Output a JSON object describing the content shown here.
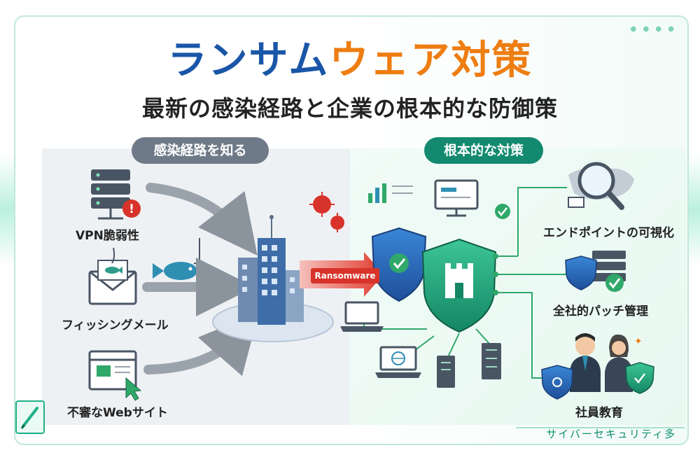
{
  "title": {
    "part1": "ランサム",
    "part2": "ウェア対策"
  },
  "subtitle": "最新の感染経路と企業の根本的な防御策",
  "left_section": {
    "heading": "感染経路を知る",
    "items": [
      {
        "label": "VPN脆弱性",
        "icon": "server-warning-icon"
      },
      {
        "label": "フィッシングメール",
        "icon": "email-phishing-icon"
      },
      {
        "label": "不審なWebサイト",
        "icon": "browser-cursor-icon"
      }
    ]
  },
  "attack_label": "Ransomware",
  "right_section": {
    "heading": "根本的な対策",
    "items": [
      {
        "label": "エンドポイントの可視化",
        "icon": "magnifier-map-icon"
      },
      {
        "label": "全社的パッチ管理",
        "icon": "server-shield-check-icon"
      },
      {
        "label": "社員教育",
        "icon": "employees-icon"
      }
    ]
  },
  "footer": "サイバーセキュリティ多",
  "colors": {
    "title_blue": "#1a56a8",
    "title_orange": "#ee7d12",
    "accent_green": "#138a70",
    "threat_red": "#d8332a",
    "shield_blue": "#2b6fc0"
  }
}
